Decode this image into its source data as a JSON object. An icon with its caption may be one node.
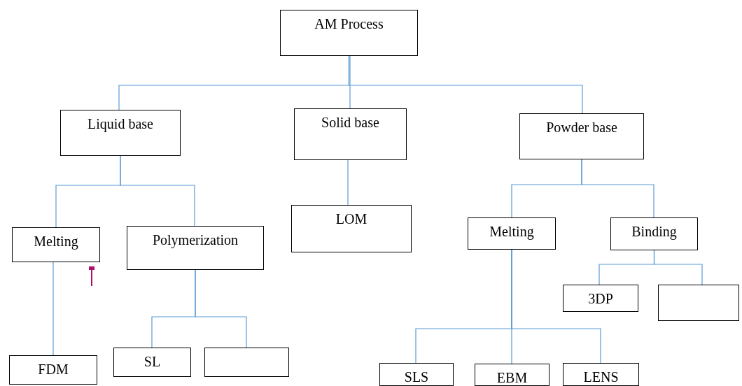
{
  "diagram": {
    "nodes": [
      {
        "text": [
          "AM Process"
        ]
      },
      {
        "text": [
          "Liquid base"
        ]
      },
      {
        "text": [
          "Solid base"
        ]
      },
      {
        "text": [
          "Powder base"
        ]
      },
      {
        "text": [
          "Melting"
        ]
      },
      {
        "text": [
          "Polymerization"
        ]
      },
      {
        "text": [
          "LOM"
        ]
      },
      {
        "text": [
          "Melting"
        ]
      },
      {
        "text": [
          "Binding"
        ]
      },
      {
        "text": [
          "FDM"
        ]
      },
      {
        "text": [
          "SL"
        ]
      },
      {
        "text": [],
        "shape": "box"
      },
      {
        "text": [
          "3DP"
        ]
      },
      {
        "text": [],
        "shape": "box"
      },
      {
        "text": [
          "SLS"
        ]
      },
      {
        "text": [
          "EBM"
        ]
      },
      {
        "text": [
          "LENS"
        ]
      }
    ],
    "edges": [
      {
        "from": 0,
        "to": 1,
        "arrow": "none"
      },
      {
        "from": 0,
        "to": 2,
        "arrow": "none"
      },
      {
        "from": 0,
        "to": 3,
        "arrow": "none"
      },
      {
        "from": 1,
        "to": 4,
        "arrow": "none"
      },
      {
        "from": 1,
        "to": 5,
        "arrow": "none"
      },
      {
        "from": 2,
        "to": 6,
        "arrow": "none"
      },
      {
        "from": 3,
        "to": 7,
        "arrow": "none"
      },
      {
        "from": 3,
        "to": 8,
        "arrow": "none"
      },
      {
        "from": 4,
        "to": 9,
        "arrow": "none"
      },
      {
        "from": 5,
        "to": 10,
        "arrow": "none"
      },
      {
        "from": 5,
        "to": 11,
        "arrow": "none"
      },
      {
        "from": 8,
        "to": 12,
        "arrow": "none"
      },
      {
        "from": 8,
        "to": 13,
        "arrow": "none"
      },
      {
        "from": 7,
        "to": 14,
        "arrow": "none"
      },
      {
        "from": 7,
        "to": 15,
        "arrow": "none"
      },
      {
        "from": 7,
        "to": 16,
        "arrow": "none"
      }
    ]
  }
}
